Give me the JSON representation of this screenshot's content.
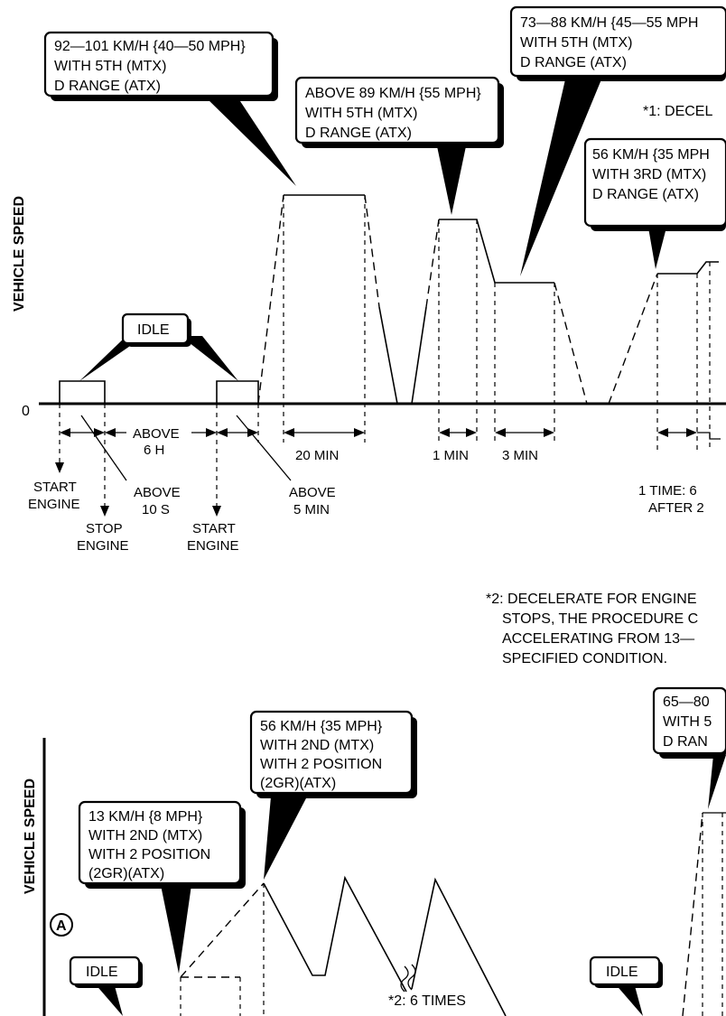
{
  "top": {
    "ylabel": "VEHICLE SPEED",
    "zero": "0",
    "callouts": {
      "c1": [
        "92—101 KM/H {40—50 MPH}",
        "WITH 5TH (MTX)",
        "D RANGE (ATX)"
      ],
      "c2": [
        "ABOVE 89 KM/H {55 MPH}",
        "WITH 5TH (MTX)",
        "D RANGE (ATX)"
      ],
      "c3": [
        "73—88 KM/H {45—55 MPH",
        "WITH 5TH (MTX)",
        "D RANGE (ATX)"
      ],
      "c4": [
        "56 KM/H {35 MPH",
        "WITH 3RD (MTX)",
        "D RANGE (ATX)"
      ],
      "idle": "IDLE"
    },
    "note_partial": "*1: DECEL",
    "durations": {
      "above_6h": [
        "ABOVE",
        "6 H"
      ],
      "min20": "20 MIN",
      "min1": "1 MIN",
      "min3": "3 MIN"
    },
    "events": {
      "start_engine_1": [
        "START",
        "ENGINE"
      ],
      "above_10s": [
        "ABOVE",
        "10 S"
      ],
      "stop_engine": [
        "STOP",
        "ENGINE"
      ],
      "start_engine_2": [
        "START",
        "ENGINE"
      ],
      "above_5min": [
        "ABOVE",
        "5 MIN"
      ],
      "one_time": [
        "1 TIME: 6",
        "AFTER 2"
      ]
    }
  },
  "note2": [
    "*2: DECELERATE FOR ENGINE",
    "STOPS, THE PROCEDURE C",
    "ACCELERATING FROM 13—",
    "SPECIFIED CONDITION."
  ],
  "bottom": {
    "ylabel": "VEHICLE SPEED",
    "marker": "A",
    "callouts": {
      "c1": [
        "13 KM/H {8 MPH}",
        "WITH 2ND (MTX)",
        "WITH 2 POSITION",
        "(2GR)(ATX)"
      ],
      "c2": [
        "56 KM/H {35 MPH}",
        "WITH 2ND (MTX)",
        "WITH 2 POSITION",
        "(2GR)(ATX)"
      ],
      "c3": [
        "65—80",
        "WITH 5",
        "D RAN"
      ],
      "idle1": "IDLE",
      "idle2": "IDLE"
    },
    "times": "*2: 6 TIMES"
  }
}
